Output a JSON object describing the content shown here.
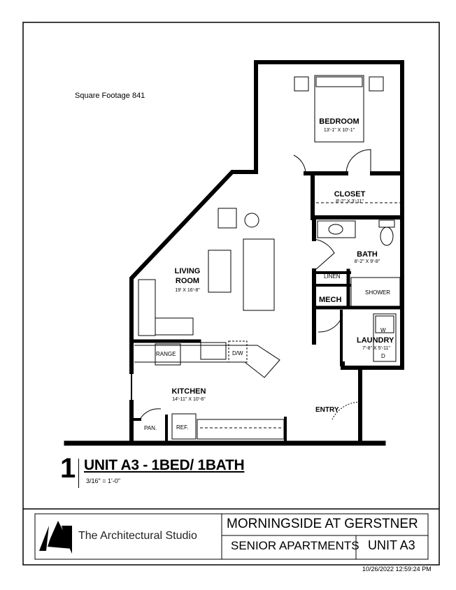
{
  "square_footage": "Square Footage 841",
  "rooms": {
    "bedroom": {
      "name": "BEDROOM",
      "dims": "13'-1\" X 10'-1\""
    },
    "closet": {
      "name": "CLOSET",
      "dims": "8'-2\" X 3'-11\""
    },
    "bath": {
      "name": "BATH",
      "dims": "8'-2\" X 9'-8\""
    },
    "linen": {
      "name": "LINEN"
    },
    "shower": {
      "name": "SHOWER"
    },
    "mech": {
      "name": "MECH"
    },
    "laundry": {
      "name": "LAUNDRY",
      "dims": "7'-8\" X 5'-11\"",
      "washer": "W",
      "dryer": "D"
    },
    "living": {
      "name1": "LIVING",
      "name2": "ROOM",
      "dims": "19' X 16'-8\""
    },
    "kitchen": {
      "name": "KITCHEN",
      "dims": "14'-11\" X 10'-6\"",
      "range": "RANGE",
      "dw": "D/W",
      "pantry": "PAN.",
      "fridge": "REF."
    },
    "entry": {
      "name": "ENTRY"
    }
  },
  "drawing": {
    "number": "1",
    "title": "UNIT A3 - 1BED/ 1BATH",
    "scale": "3/16\" = 1'-0\""
  },
  "title_block": {
    "firm": "The Architectural Studio",
    "project": "MORNINGSIDE AT GERSTNER",
    "subtitle": "SENIOR APARTMENTS",
    "unit": "UNIT A3"
  },
  "timestamp": "10/26/2022 12:59:24 PM"
}
